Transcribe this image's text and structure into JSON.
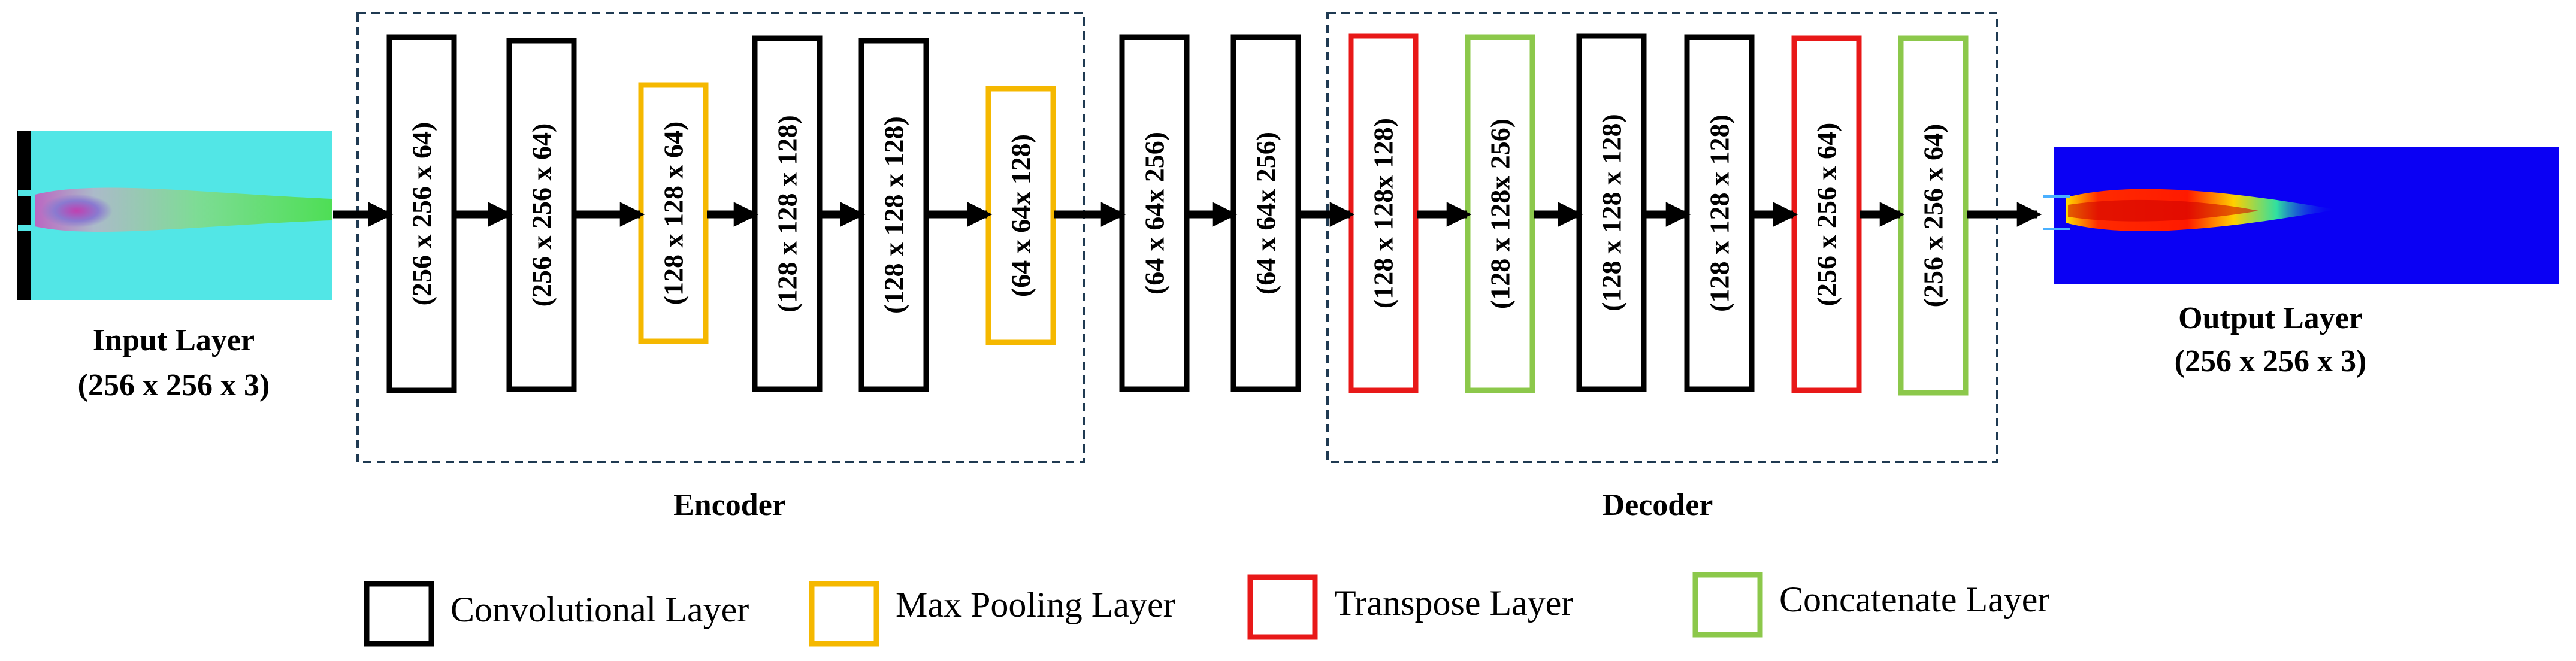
{
  "colors": {
    "convolutional": "#000000",
    "max_pooling": "#f5b800",
    "transpose": "#e81818",
    "concatenate": "#8cc84b",
    "group_border": "#1f3a52",
    "arrow": "#000000"
  },
  "input": {
    "title": "Input Layer",
    "dims": "(256 x 256 x 3)"
  },
  "output": {
    "title": "Output Layer",
    "dims": "(256 x 256 x 3)"
  },
  "encoder": {
    "label": "Encoder"
  },
  "decoder": {
    "label": "Decoder"
  },
  "layers": [
    {
      "label": "(256 x 256 x 64)",
      "kind": "convolutional"
    },
    {
      "label": "(256 x 256 x 64)",
      "kind": "convolutional"
    },
    {
      "label": "(128 x 128 x 64)",
      "kind": "max_pooling"
    },
    {
      "label": "(128 x 128 x 128)",
      "kind": "convolutional"
    },
    {
      "label": "(128 x 128 x 128)",
      "kind": "convolutional"
    },
    {
      "label": "(64 x 64x 128)",
      "kind": "max_pooling"
    },
    {
      "label": "(64 x 64x 256)",
      "kind": "convolutional"
    },
    {
      "label": "(64 x 64x 256)",
      "kind": "convolutional"
    },
    {
      "label": "(128 x 128x 128)",
      "kind": "transpose"
    },
    {
      "label": "(128 x 128x 256)",
      "kind": "concatenate"
    },
    {
      "label": "(128 x 128 x 128)",
      "kind": "convolutional"
    },
    {
      "label": "(128 x 128 x 128)",
      "kind": "convolutional"
    },
    {
      "label": "(256 x 256 x 64)",
      "kind": "transpose"
    },
    {
      "label": "(256 x 256 x 64)",
      "kind": "concatenate"
    }
  ],
  "legend": [
    {
      "label": "Convolutional Layer",
      "kind": "convolutional"
    },
    {
      "label": "Max Pooling Layer",
      "kind": "max_pooling"
    },
    {
      "label": "Transpose Layer",
      "kind": "transpose"
    },
    {
      "label": "Concatenate Layer",
      "kind": "concatenate"
    }
  ]
}
